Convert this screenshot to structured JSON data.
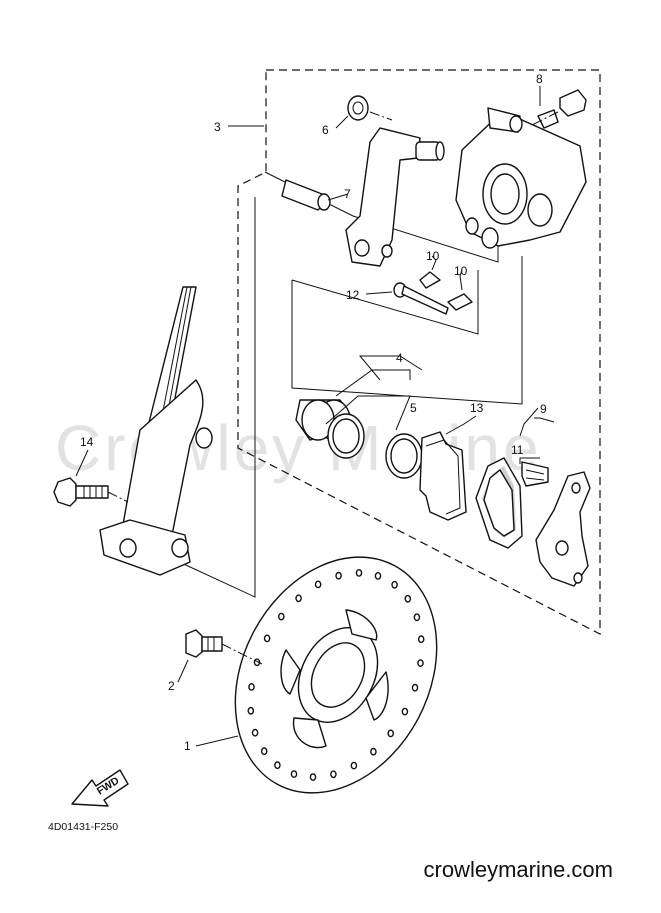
{
  "watermark": "Crowley Marine",
  "footer_text": "crowleymarine.com",
  "diagram_code": "4D01431-F250",
  "fwd_label": "FWD",
  "callouts": {
    "c1": "1",
    "c2": "2",
    "c3": "3",
    "c4": "4",
    "c5": "5",
    "c6": "6",
    "c7": "7",
    "c8": "8",
    "c9": "9",
    "c10a": "10",
    "c10b": "10",
    "c11": "11",
    "c12": "12",
    "c13": "13",
    "c14": "14"
  }
}
